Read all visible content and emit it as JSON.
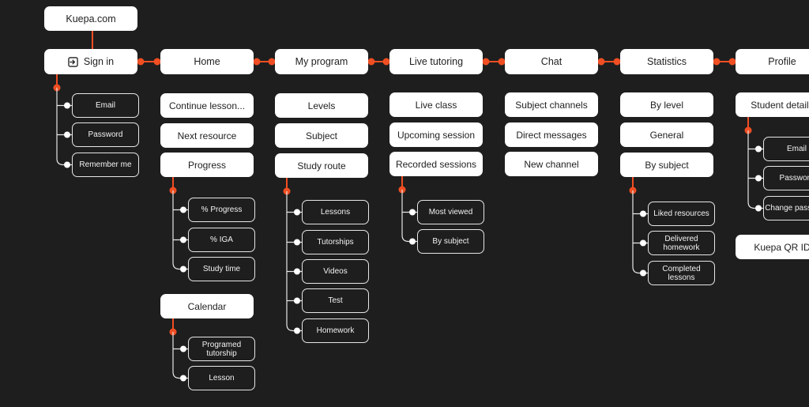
{
  "root": {
    "label": "Kuepa.com"
  },
  "colors": {
    "accent": "#f04e23",
    "background": "#1e1e1e",
    "node": "#ffffff",
    "line": "#e6e6e6"
  },
  "sections": [
    {
      "id": "sign-in",
      "label": "Sign in",
      "icon": "sign-in-icon",
      "children": [
        {
          "label": "Email"
        },
        {
          "label": "Password"
        },
        {
          "label": "Remember me"
        }
      ]
    },
    {
      "id": "home",
      "label": "Home",
      "items": [
        {
          "label": "Continue lesson..."
        },
        {
          "label": "Next resource"
        },
        {
          "label": "Progress",
          "children": [
            {
              "label": "% Progress"
            },
            {
              "label": "% IGA"
            },
            {
              "label": "Study time"
            }
          ]
        },
        {
          "label": "Calendar",
          "children": [
            {
              "label": "Programed tutorship"
            },
            {
              "label": "Lesson"
            }
          ]
        }
      ]
    },
    {
      "id": "my-program",
      "label": "My program",
      "items": [
        {
          "label": "Levels"
        },
        {
          "label": "Subject"
        },
        {
          "label": "Study route",
          "children": [
            {
              "label": "Lessons"
            },
            {
              "label": "Tutorships"
            },
            {
              "label": "Videos"
            },
            {
              "label": "Test"
            },
            {
              "label": "Homework"
            }
          ]
        }
      ]
    },
    {
      "id": "live-tutoring",
      "label": "Live tutoring",
      "items": [
        {
          "label": "Live class"
        },
        {
          "label": "Upcoming session"
        },
        {
          "label": "Recorded sessions",
          "children": [
            {
              "label": "Most viewed"
            },
            {
              "label": "By subject"
            }
          ]
        }
      ]
    },
    {
      "id": "chat",
      "label": "Chat",
      "items": [
        {
          "label": "Subject channels"
        },
        {
          "label": "Direct messages"
        },
        {
          "label": "New channel"
        }
      ]
    },
    {
      "id": "statistics",
      "label": "Statistics",
      "items": [
        {
          "label": "By level"
        },
        {
          "label": "General"
        },
        {
          "label": "By subject",
          "children": [
            {
              "label": "Liked resources"
            },
            {
              "label": "Delivered homework"
            },
            {
              "label": "Completed lessons"
            }
          ]
        }
      ]
    },
    {
      "id": "profile",
      "label": "Profile",
      "items": [
        {
          "label": "Student details",
          "children": [
            {
              "label": "Email"
            },
            {
              "label": "Password"
            },
            {
              "label": "Change password"
            }
          ]
        },
        {
          "label": "Kuepa QR ID"
        }
      ]
    }
  ]
}
